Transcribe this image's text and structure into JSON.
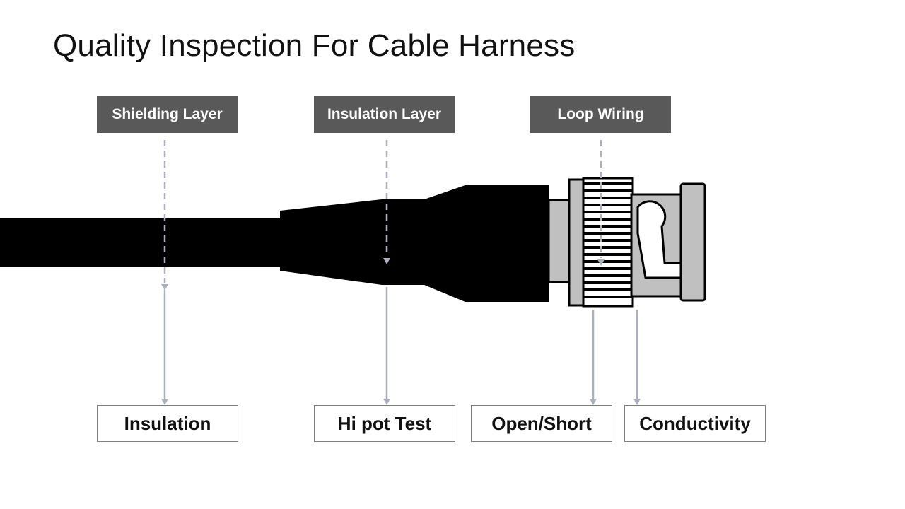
{
  "title": "Quality Inspection For Cable Harness",
  "top_labels": {
    "shielding": "Shielding Layer",
    "insulation": "Insulation Layer",
    "loop": "Loop Wiring"
  },
  "bottom_labels": {
    "insulation": "Insulation",
    "hipot": "Hi pot Test",
    "open_short": "Open/Short",
    "conductivity": "Conductivity"
  },
  "colors": {
    "label_bg": "#595959",
    "arrow": "#aab0bf",
    "connector_gray": "#c0c0c0",
    "cable": "#000000"
  }
}
